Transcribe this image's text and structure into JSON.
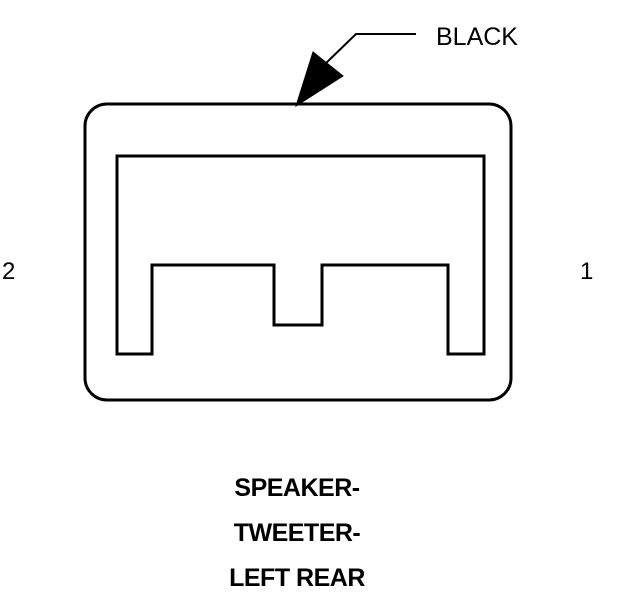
{
  "connector": {
    "color_label": "BLACK",
    "pin_left": "2",
    "pin_right": "1"
  },
  "title": {
    "lines": [
      "SPEAKER-",
      "TWEETER-",
      "LEFT REAR"
    ]
  }
}
